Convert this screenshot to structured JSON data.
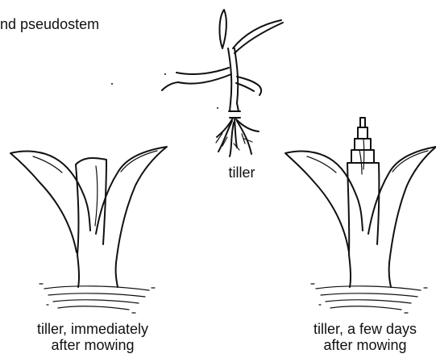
{
  "labels": {
    "top_partial": "nd pseudostem",
    "tiller": "tiller",
    "left_caption_line1": "tiller, immediately",
    "left_caption_line2": "after mowing",
    "right_caption_line1": "tiller, a few days",
    "right_caption_line2": "after mowing"
  }
}
